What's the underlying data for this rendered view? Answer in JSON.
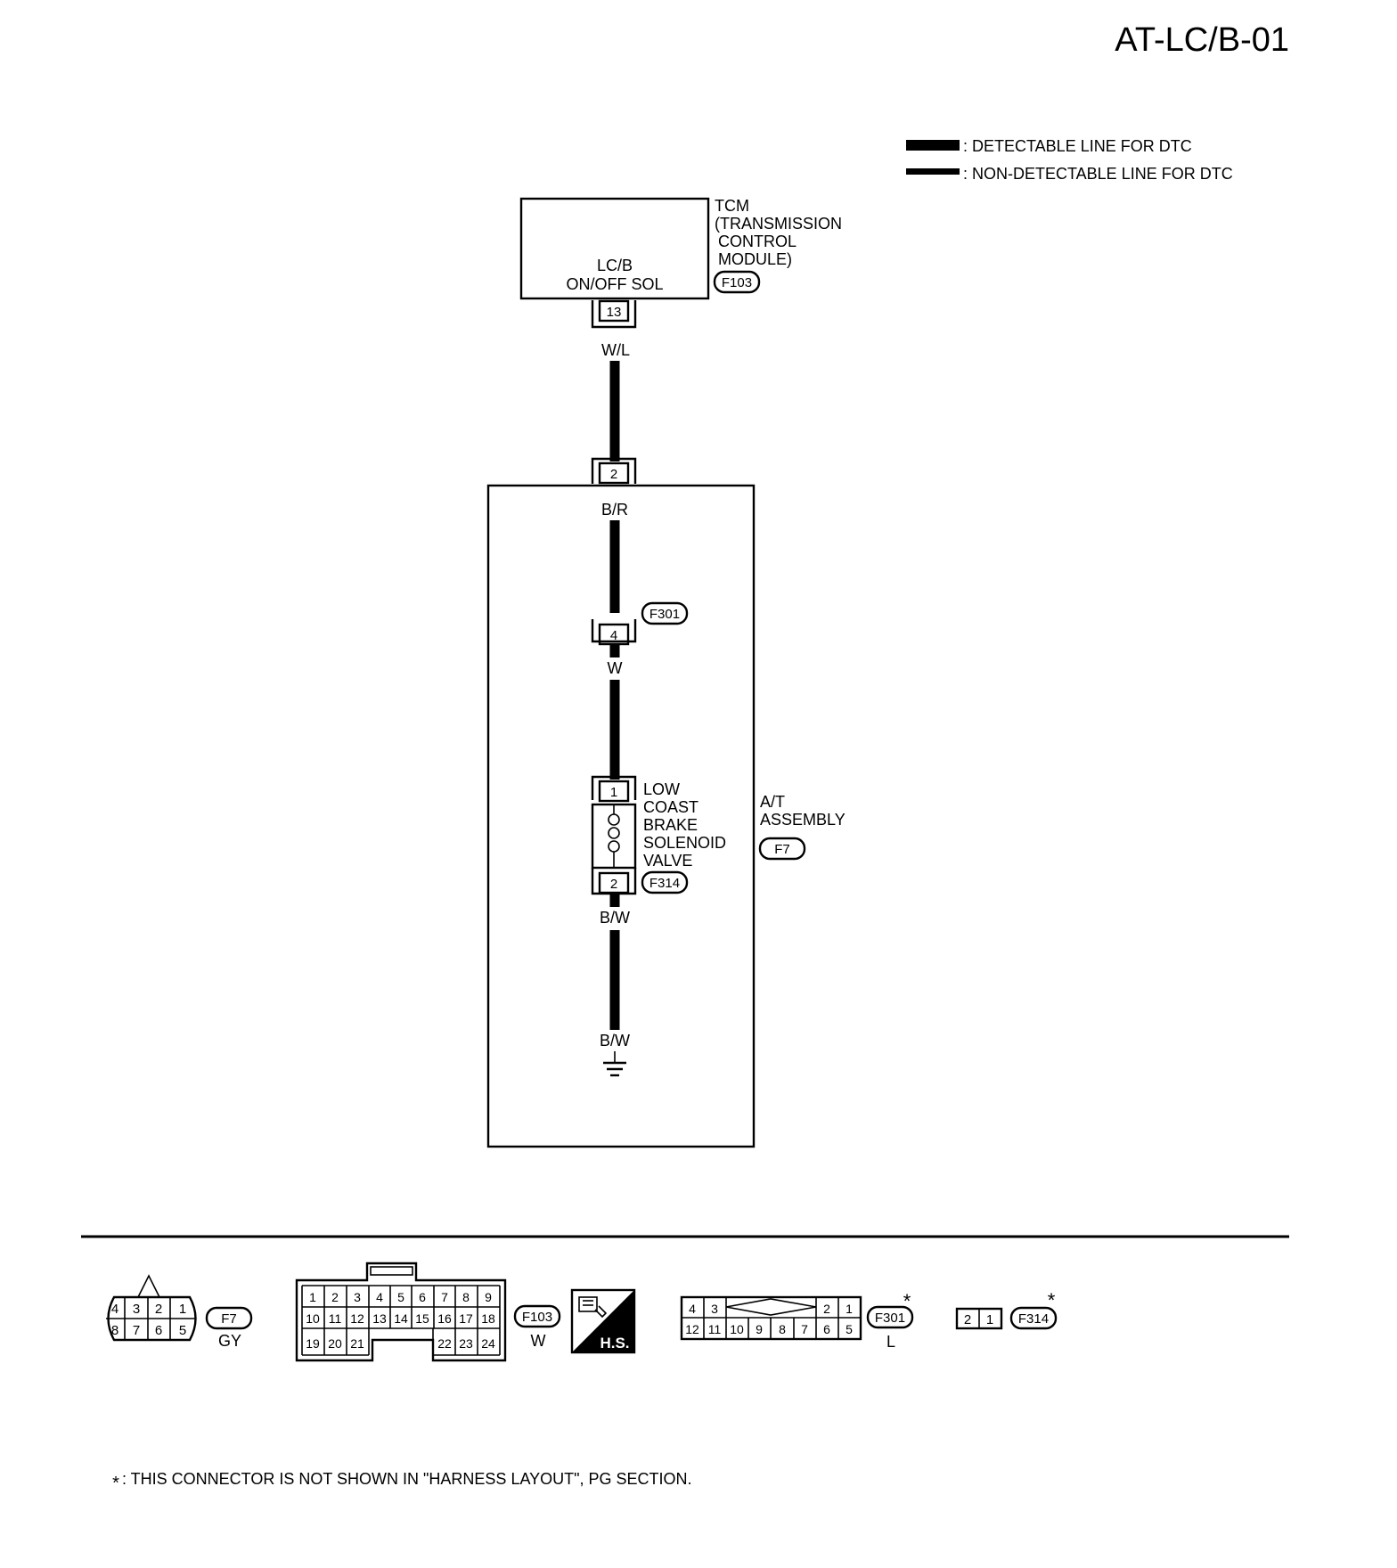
{
  "page": {
    "title": "AT-LC/B-01"
  },
  "legend": {
    "detectable": ": DETECTABLE LINE FOR DTC",
    "non_detectable": ": NON-DETECTABLE LINE FOR DTC"
  },
  "tcm": {
    "name": [
      "TCM",
      "(TRANSMISSION",
      "CONTROL",
      "MODULE)"
    ],
    "connector": "F103",
    "signal": [
      "LC/B",
      "ON/OFF SOL"
    ],
    "pin": "13",
    "wire_color": "W/L"
  },
  "at_assembly": {
    "name": [
      "A/T",
      "ASSEMBLY"
    ],
    "connector": "F7",
    "pin": "2",
    "wire_color": "B/R"
  },
  "junction": {
    "connector": "F301",
    "pin": "4",
    "wire_color": "W"
  },
  "solenoid": {
    "name": [
      "LOW",
      "COAST",
      "BRAKE",
      "SOLENOID",
      "VALVE"
    ],
    "pin_in": "1",
    "pin_out": "2",
    "connector": "F314",
    "wire_color_out": "B/W",
    "ground_wire_color": "B/W"
  },
  "connectors_panel": {
    "f7": {
      "id": "F7",
      "color": "GY",
      "top_pins": [
        "4",
        "3",
        "2",
        "1"
      ],
      "bottom_pins": [
        "8",
        "7",
        "6",
        "5"
      ]
    },
    "f103": {
      "id": "F103",
      "color": "W",
      "row1": [
        "1",
        "2",
        "3",
        "4",
        "5",
        "6",
        "7",
        "8",
        "9"
      ],
      "row2": [
        "10",
        "11",
        "12",
        "13",
        "14",
        "15",
        "16",
        "17",
        "18"
      ],
      "row3_left": [
        "19",
        "20",
        "21"
      ],
      "row3_right": [
        "22",
        "23",
        "24"
      ]
    },
    "hs": {
      "label": "H.S."
    },
    "f301": {
      "id": "F301",
      "color": "L",
      "mark": "*",
      "top_left": [
        "4",
        "3"
      ],
      "top_right": [
        "2",
        "1"
      ],
      "bottom": [
        "12",
        "11",
        "10",
        "9",
        "8",
        "7",
        "6",
        "5"
      ]
    },
    "f314": {
      "id": "F314",
      "mark": "*",
      "pins": [
        "2",
        "1"
      ]
    }
  },
  "footnote": {
    "mark": "*",
    "text": ": THIS CONNECTOR IS NOT SHOWN IN \"HARNESS LAYOUT\", PG SECTION."
  }
}
